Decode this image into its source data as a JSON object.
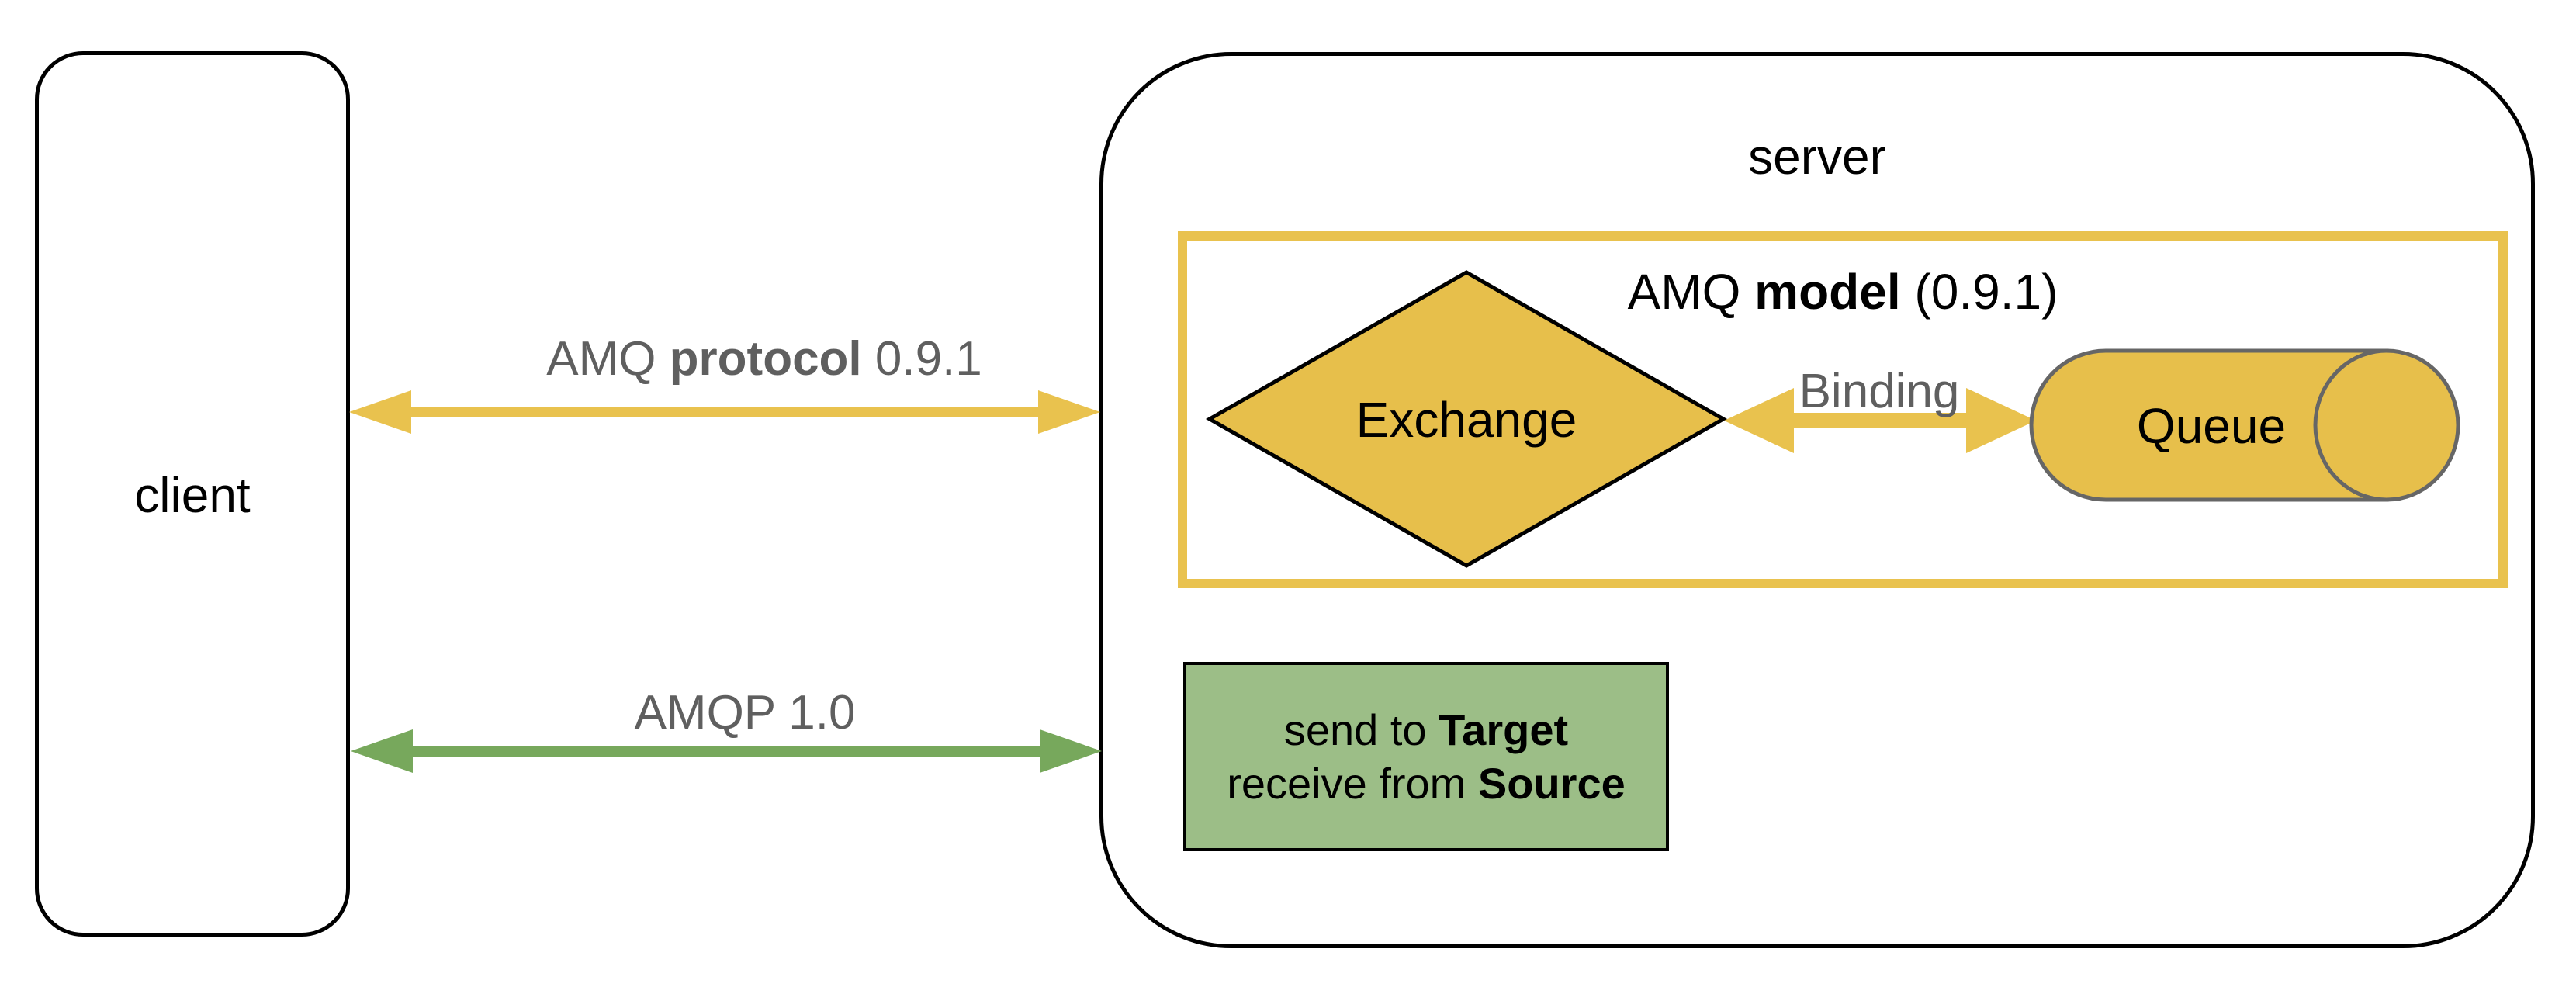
{
  "diagram": {
    "client": {
      "label": "client"
    },
    "server": {
      "label": "server"
    },
    "amq_model": {
      "title_prefix": "AMQ ",
      "title_bold": "model",
      "title_suffix": " (0.9.1)"
    },
    "exchange": {
      "label": "Exchange"
    },
    "queue": {
      "label": "Queue"
    },
    "binding": {
      "label": "Binding"
    },
    "protocols": {
      "amqp_091": {
        "prefix": "AMQ ",
        "bold": "protocol",
        "suffix": " 0.9.1"
      },
      "amqp_10": {
        "label": "AMQP 1.0"
      }
    },
    "green_note": {
      "line1_prefix": "send to ",
      "line1_bold": "Target",
      "line2_prefix": "receive from ",
      "line2_bold": "Source"
    },
    "colors": {
      "gold": "#E9C24E",
      "gold_fill": "#E7BF4B",
      "green_arrow": "#77A85C",
      "green_fill": "#9CBE87",
      "gray_text": "#5F5F5F",
      "outline": "#000000",
      "cylinder_outline": "#666666"
    }
  }
}
